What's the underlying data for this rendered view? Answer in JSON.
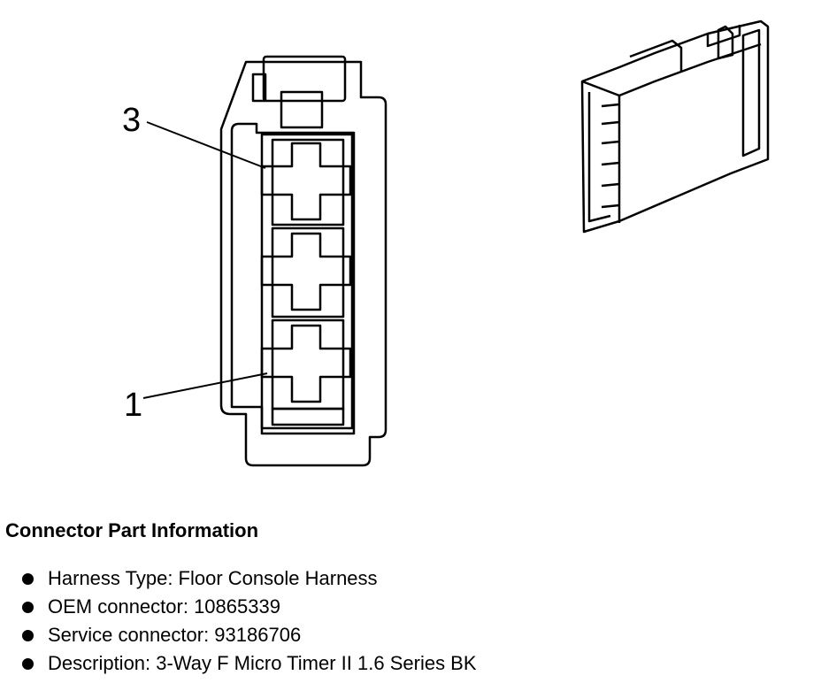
{
  "diagram": {
    "pin_labels": [
      "3",
      "1"
    ]
  },
  "info": {
    "title": "Connector Part Information",
    "items": [
      "Harness Type: Floor Console Harness",
      "OEM connector: 10865339",
      "Service connector: 93186706",
      "Description: 3-Way F Micro Timer II 1.6 Series BK"
    ]
  }
}
